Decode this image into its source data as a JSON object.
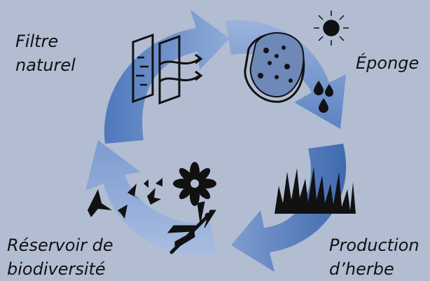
{
  "labels": {
    "filtre": "Filtre\nnaturel",
    "eponge": "Éponge",
    "production": "Production\nd’herbe",
    "reservoir": "Réservoir de\nbiodiversité"
  },
  "icons": [
    "filter-icon",
    "sponge-icon",
    "sun-icon",
    "water-drops-icon",
    "grass-icon",
    "flower-icon",
    "birds-icon",
    "dragonfly-icon"
  ],
  "colors": {
    "background": "#b2bdd2",
    "arrow_dark": "#3f6ab0",
    "arrow_light": "#a7bede",
    "icon": "#111111"
  }
}
